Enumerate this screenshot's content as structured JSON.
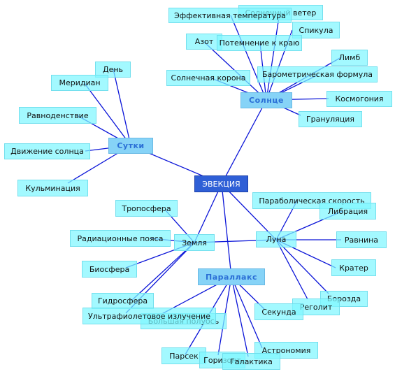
{
  "root": {
    "label": "ЭВЕКЦИЯ"
  },
  "categories": {
    "sun": {
      "label": "Солнце"
    },
    "days": {
      "label": "Сутки"
    },
    "parallax": {
      "label": "Параллакс"
    }
  },
  "nodes": {
    "effective_temperature": "Эффективная температура",
    "solar_wind": "Солнечный ветер",
    "spicule": "Спикула",
    "nitrogen": "Азот",
    "limb_darkening": "Потемнение к краю",
    "limb": "Лимб",
    "barometric_formula": "Барометрическая формула",
    "solar_corona": "Солнечная корона",
    "cosmogony": "Космогония",
    "granulation": "Грануляция",
    "day": "День",
    "meridian": "Меридиан",
    "equinox": "Равноденствие",
    "sun_motion": "Движение солнца",
    "culmination": "Кульминация",
    "troposphere": "Тропосфера",
    "radiation_belts": "Радиационные пояса",
    "earth": "Земля",
    "biosphere": "Биосфера",
    "hydrosphere": "Гидросфера",
    "ultraviolet": "Ультрафиолетовое излучение",
    "semi_major_axis": "Большая полуось",
    "moon": "Луна",
    "parabolic_velocity": "Параболическая скорость",
    "libration": "Либрация",
    "plain": "Равнина",
    "crater": "Кратер",
    "furrow": "Борозда",
    "regolith": "Реголит",
    "second": "Секунда",
    "astronomy": "Астрономия",
    "parsec": "Парсек",
    "horizon": "Горизонт",
    "galaxy": "Галактика"
  }
}
